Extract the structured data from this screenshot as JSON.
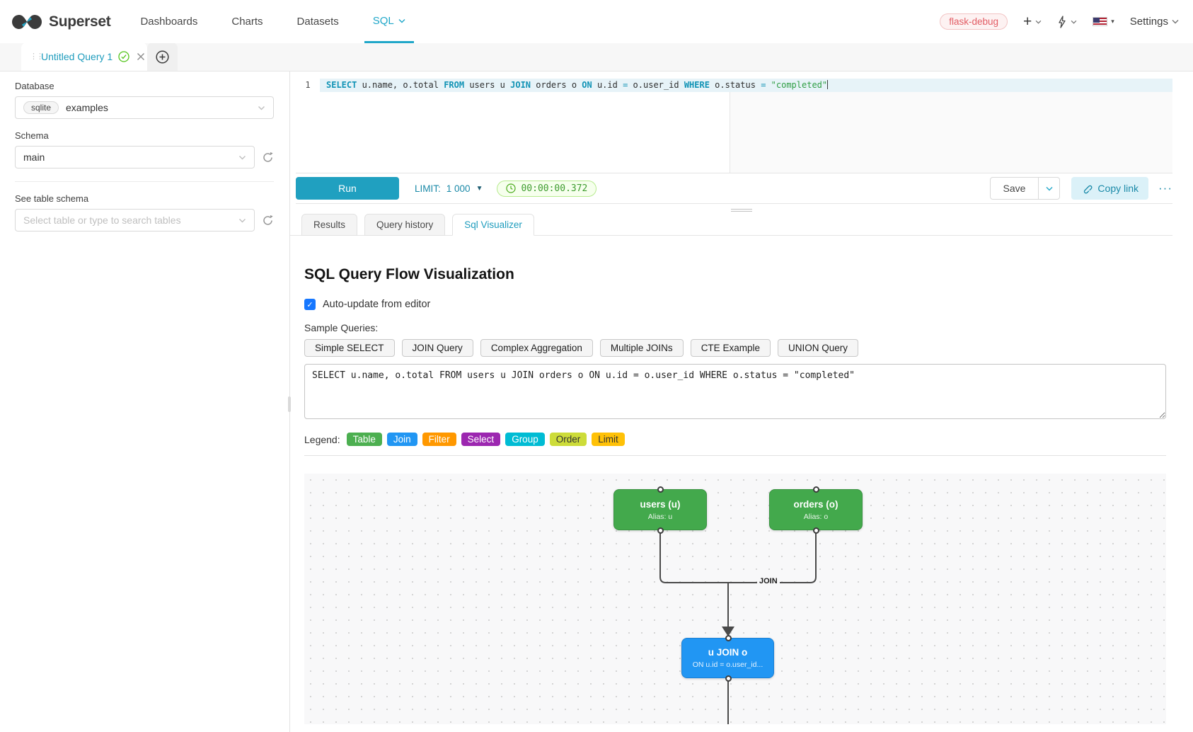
{
  "colors": {
    "brand_teal": "#20a7c9",
    "env_badge_red": "#e25c64",
    "timer_green": "#3f9d2f",
    "checkbox_blue": "#1677ff",
    "table_node_green": "#43a94c",
    "join_node_blue": "#2196f3",
    "edge_gray": "#4a4a4a"
  },
  "navbar": {
    "brand": "Superset",
    "logo_icon": "superset-infinity-icon",
    "items": [
      {
        "label": "Dashboards",
        "active": false
      },
      {
        "label": "Charts",
        "active": false
      },
      {
        "label": "Datasets",
        "active": false
      },
      {
        "label": "SQL",
        "active": true,
        "caret_icon": "chevron-down-icon"
      }
    ],
    "env_badge": "flask-debug",
    "new_menu_icon": "plus-icon",
    "alerts_icon": "lightning-icon",
    "language_icon": "flag-us-icon",
    "settings_label": "Settings"
  },
  "query_tab": {
    "title": "Untitled Query 1",
    "saved_icon": "check-circle-icon",
    "close_icon": "x-icon",
    "new_tab_icon": "plus-circle-icon"
  },
  "sidebar": {
    "database_label": "Database",
    "database_engine": "sqlite",
    "database_name": "examples",
    "schema_label": "Schema",
    "schema_value": "main",
    "table_label": "See table schema",
    "table_placeholder": "Select table or type to search tables",
    "refresh_icon": "refresh-icon"
  },
  "editor": {
    "line_number": "1",
    "tokens": [
      {
        "text": "SELECT",
        "type": "keyword"
      },
      {
        "text": " u.name, o.total ",
        "type": "identifier"
      },
      {
        "text": "FROM",
        "type": "keyword"
      },
      {
        "text": " users u ",
        "type": "identifier"
      },
      {
        "text": "JOIN",
        "type": "keyword"
      },
      {
        "text": " orders o ",
        "type": "identifier"
      },
      {
        "text": "ON",
        "type": "keyword"
      },
      {
        "text": " u.id ",
        "type": "identifier"
      },
      {
        "text": "=",
        "type": "operator"
      },
      {
        "text": " o.user_id ",
        "type": "identifier"
      },
      {
        "text": "WHERE",
        "type": "keyword"
      },
      {
        "text": " o.status ",
        "type": "identifier"
      },
      {
        "text": "=",
        "type": "operator"
      },
      {
        "text": " ",
        "type": "whitespace"
      },
      {
        "text": "\"completed\"",
        "type": "string"
      }
    ]
  },
  "toolbar": {
    "run_label": "Run",
    "limit_label": "LIMIT:",
    "limit_value": "1 000",
    "timer_icon": "clock-icon",
    "elapsed": "00:00:00.372",
    "save_label": "Save",
    "copy_link_icon": "link-icon",
    "copy_link_label": "Copy link",
    "more_label": "···"
  },
  "result_tabs": [
    {
      "label": "Results",
      "active": false
    },
    {
      "label": "Query history",
      "active": false
    },
    {
      "label": "Sql Visualizer",
      "active": true
    }
  ],
  "visualizer": {
    "title": "SQL Query Flow Visualization",
    "auto_update_label": "Auto-update from editor",
    "auto_update_checked": true,
    "sample_queries_label": "Sample Queries:",
    "sample_buttons": [
      "Simple SELECT",
      "JOIN Query",
      "Complex Aggregation",
      "Multiple JOINs",
      "CTE Example",
      "UNION Query"
    ],
    "query_text": "SELECT u.name, o.total FROM users u JOIN orders o ON u.id = o.user_id WHERE o.status = \"completed\"",
    "legend_label": "Legend:",
    "legend": [
      {
        "label": "Table",
        "color": "#4caf50",
        "text_color": "#ffffff"
      },
      {
        "label": "Join",
        "color": "#2196f3",
        "text_color": "#ffffff"
      },
      {
        "label": "Filter",
        "color": "#ff9800",
        "text_color": "#ffffff"
      },
      {
        "label": "Select",
        "color": "#9c27b0",
        "text_color": "#ffffff"
      },
      {
        "label": "Group",
        "color": "#00bcd4",
        "text_color": "#ffffff"
      },
      {
        "label": "Order",
        "color": "#cddc39",
        "text_color": "#333333"
      },
      {
        "label": "Limit",
        "color": "#ffc107",
        "text_color": "#333333"
      }
    ],
    "flow": {
      "nodes": [
        {
          "id": "users",
          "title": "users (u)",
          "subtitle": "Alias: u",
          "type": "table",
          "color": "#43a94c"
        },
        {
          "id": "orders",
          "title": "orders (o)",
          "subtitle": "Alias: o",
          "type": "table",
          "color": "#43a94c"
        },
        {
          "id": "join",
          "title": "u JOIN o",
          "subtitle": "ON u.id = o.user_id...",
          "type": "join",
          "color": "#2196f3"
        }
      ],
      "edge_label": "JOIN"
    }
  }
}
